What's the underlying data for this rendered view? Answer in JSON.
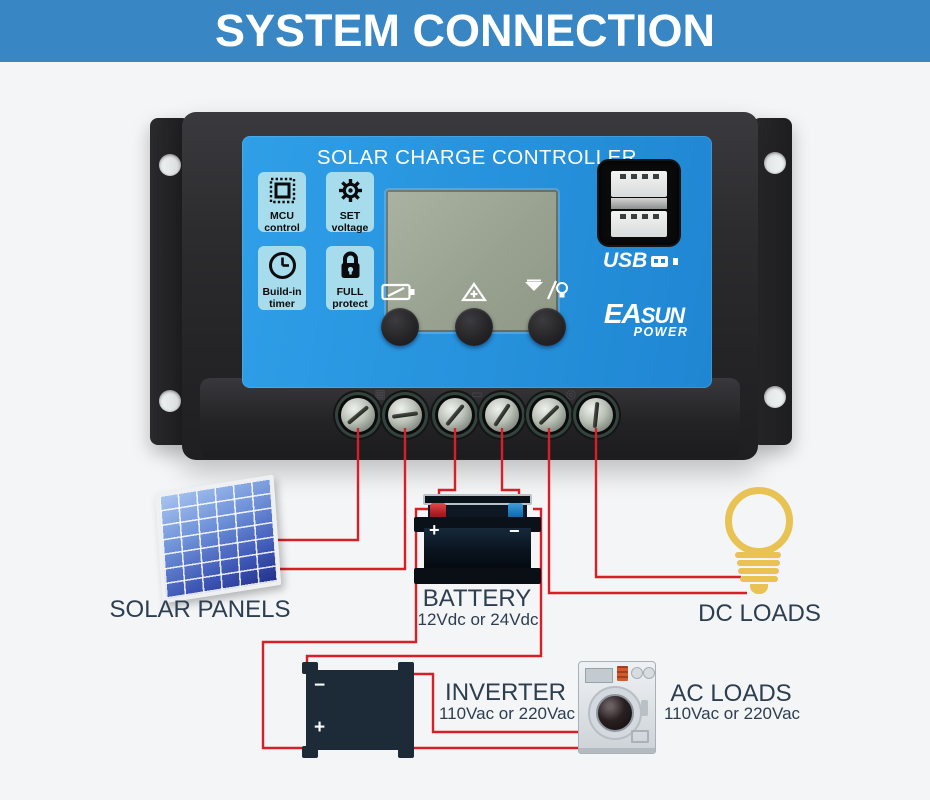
{
  "header": {
    "title": "SYSTEM CONNECTION"
  },
  "controller": {
    "title": "SOLAR CHARGE CONTROLLER",
    "features": [
      {
        "icon": "mcu-chip-icon",
        "line1": "MCU",
        "line2": "control"
      },
      {
        "icon": "gear-icon",
        "line1": "SET",
        "line2": "voltage"
      },
      {
        "icon": "clock-icon",
        "line1": "Build-in",
        "line2": "timer"
      },
      {
        "icon": "padlock-icon",
        "line1": "FULL",
        "line2": "protect"
      }
    ],
    "usb_logo": "USB",
    "brand": {
      "name_a": "EA",
      "name_b": "SUN",
      "sub": "POWER"
    },
    "terminal_markings": [
      "+ ▦ −",
      "+ ▭ −",
      "+ ◎ −"
    ]
  },
  "diagram": {
    "solar_panels": {
      "label": "SOLAR PANELS"
    },
    "battery": {
      "label": "BATTERY",
      "spec": "12Vdc or 24Vdc",
      "plus": "+",
      "minus": "−"
    },
    "dc_loads": {
      "label": "DC LOADS"
    },
    "inverter": {
      "label": "INVERTER",
      "spec": "110Vac or 220Vac",
      "plus": "+",
      "minus": "−"
    },
    "ac_loads": {
      "label": "AC LOADS",
      "spec": "110Vac or 220Vac"
    }
  },
  "colors": {
    "header_blue": "#3886c4",
    "panel_blue": "#2396de",
    "badge_cyan": "#a6dcec",
    "wire_red": "#d91f26",
    "bulb_gold": "#e8c253",
    "label_dark": "#2d3e50"
  }
}
